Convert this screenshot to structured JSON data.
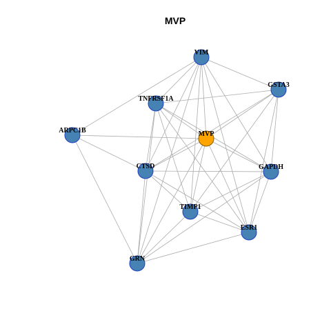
{
  "title": "MVP",
  "colors": {
    "hub": "#FFA500",
    "node": "#4682B4",
    "node_border": "#1F3FBF",
    "edge": "#ababab"
  },
  "nodes": [
    {
      "id": "VIM",
      "label": "VIM",
      "hub": false
    },
    {
      "id": "GSTA3",
      "label": "GSTA3",
      "hub": false
    },
    {
      "id": "TNFRSF1A",
      "label": "TNFRSF1A",
      "hub": false
    },
    {
      "id": "ARPC1B",
      "label": "ARPC1B",
      "hub": false
    },
    {
      "id": "MVP",
      "label": "MVP",
      "hub": true
    },
    {
      "id": "CTSD",
      "label": "CTSD",
      "hub": false
    },
    {
      "id": "GAPDH",
      "label": "GAPDH",
      "hub": false
    },
    {
      "id": "TIMP1",
      "label": "TIMP1",
      "hub": false
    },
    {
      "id": "ESR1",
      "label": "ESR1",
      "hub": false
    },
    {
      "id": "GRN",
      "label": "GRN",
      "hub": false
    }
  ],
  "edges": [
    [
      "VIM",
      "GSTA3"
    ],
    [
      "VIM",
      "TNFRSF1A"
    ],
    [
      "VIM",
      "ARPC1B"
    ],
    [
      "VIM",
      "MVP"
    ],
    [
      "VIM",
      "CTSD"
    ],
    [
      "VIM",
      "GAPDH"
    ],
    [
      "VIM",
      "TIMP1"
    ],
    [
      "VIM",
      "ESR1"
    ],
    [
      "VIM",
      "GRN"
    ],
    [
      "GSTA3",
      "TNFRSF1A"
    ],
    [
      "GSTA3",
      "MVP"
    ],
    [
      "GSTA3",
      "CTSD"
    ],
    [
      "GSTA3",
      "GAPDH"
    ],
    [
      "GSTA3",
      "TIMP1"
    ],
    [
      "GSTA3",
      "ESR1"
    ],
    [
      "TNFRSF1A",
      "MVP"
    ],
    [
      "TNFRSF1A",
      "CTSD"
    ],
    [
      "TNFRSF1A",
      "GAPDH"
    ],
    [
      "TNFRSF1A",
      "TIMP1"
    ],
    [
      "TNFRSF1A",
      "ESR1"
    ],
    [
      "TNFRSF1A",
      "GRN"
    ],
    [
      "ARPC1B",
      "MVP"
    ],
    [
      "ARPC1B",
      "CTSD"
    ],
    [
      "ARPC1B",
      "GRN"
    ],
    [
      "MVP",
      "CTSD"
    ],
    [
      "MVP",
      "GAPDH"
    ],
    [
      "MVP",
      "TIMP1"
    ],
    [
      "MVP",
      "ESR1"
    ],
    [
      "MVP",
      "GRN"
    ],
    [
      "CTSD",
      "GAPDH"
    ],
    [
      "CTSD",
      "TIMP1"
    ],
    [
      "CTSD",
      "ESR1"
    ],
    [
      "CTSD",
      "GRN"
    ],
    [
      "GAPDH",
      "TIMP1"
    ],
    [
      "GAPDH",
      "ESR1"
    ],
    [
      "GAPDH",
      "GRN"
    ],
    [
      "TIMP1",
      "ESR1"
    ],
    [
      "TIMP1",
      "GRN"
    ],
    [
      "ESR1",
      "GRN"
    ]
  ]
}
